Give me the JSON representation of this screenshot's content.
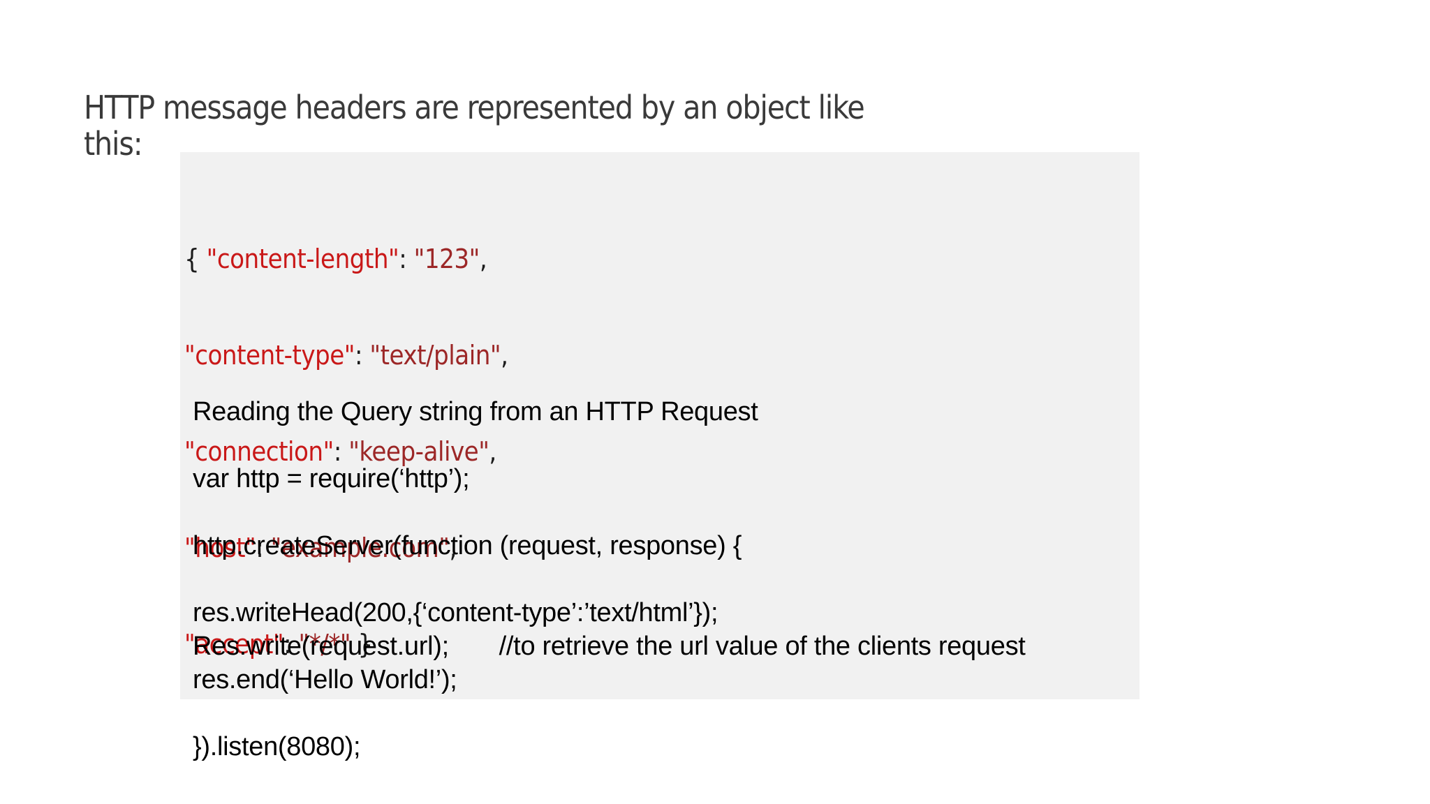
{
  "heading": {
    "line1": "HTTP message headers are represented by an object like",
    "line2": "this:"
  },
  "header_object_example": {
    "lines": [
      {
        "open": "{ ",
        "key": "\"content-length\"",
        "sep": ": ",
        "value": "\"123\"",
        "close": ","
      },
      {
        "open": "",
        "key": "\"content-type\"",
        "sep": ": ",
        "value": "\"text/plain\"",
        "close": ","
      },
      {
        "open": "",
        "key": "\"connection\"",
        "sep": ": ",
        "value": "\"keep-alive\"",
        "close": ","
      },
      {
        "open": "",
        "key": "\"host\"",
        "sep": ": ",
        "value": "\"example.com\"",
        "close": ","
      },
      {
        "open": "",
        "key": "\"accept\"",
        "sep": ": ",
        "value": "\"*/*\"",
        "close": " }"
      }
    ]
  },
  "snippet": {
    "lines": [
      "Reading the Query string from an HTTP Request",
      "",
      "var http = require(‘http’);",
      "",
      "http.createServer(function (request, response) {",
      "",
      "res.writeHead(200,{‘content-type’:’text/html’});",
      "Res.write(request.url);       //to retrieve the url value of the clients request",
      "res.end(‘Hello World!’);",
      "",
      "}).listen(8080);"
    ]
  },
  "colors": {
    "page_bg": "#ffffff",
    "heading_gray": "#3a3a3a",
    "code_bg": "#f1f1f1",
    "key_red": "#c91818",
    "value_red": "#9c2727",
    "punct_dark": "#1b1b1b",
    "body_black": "#000000"
  }
}
